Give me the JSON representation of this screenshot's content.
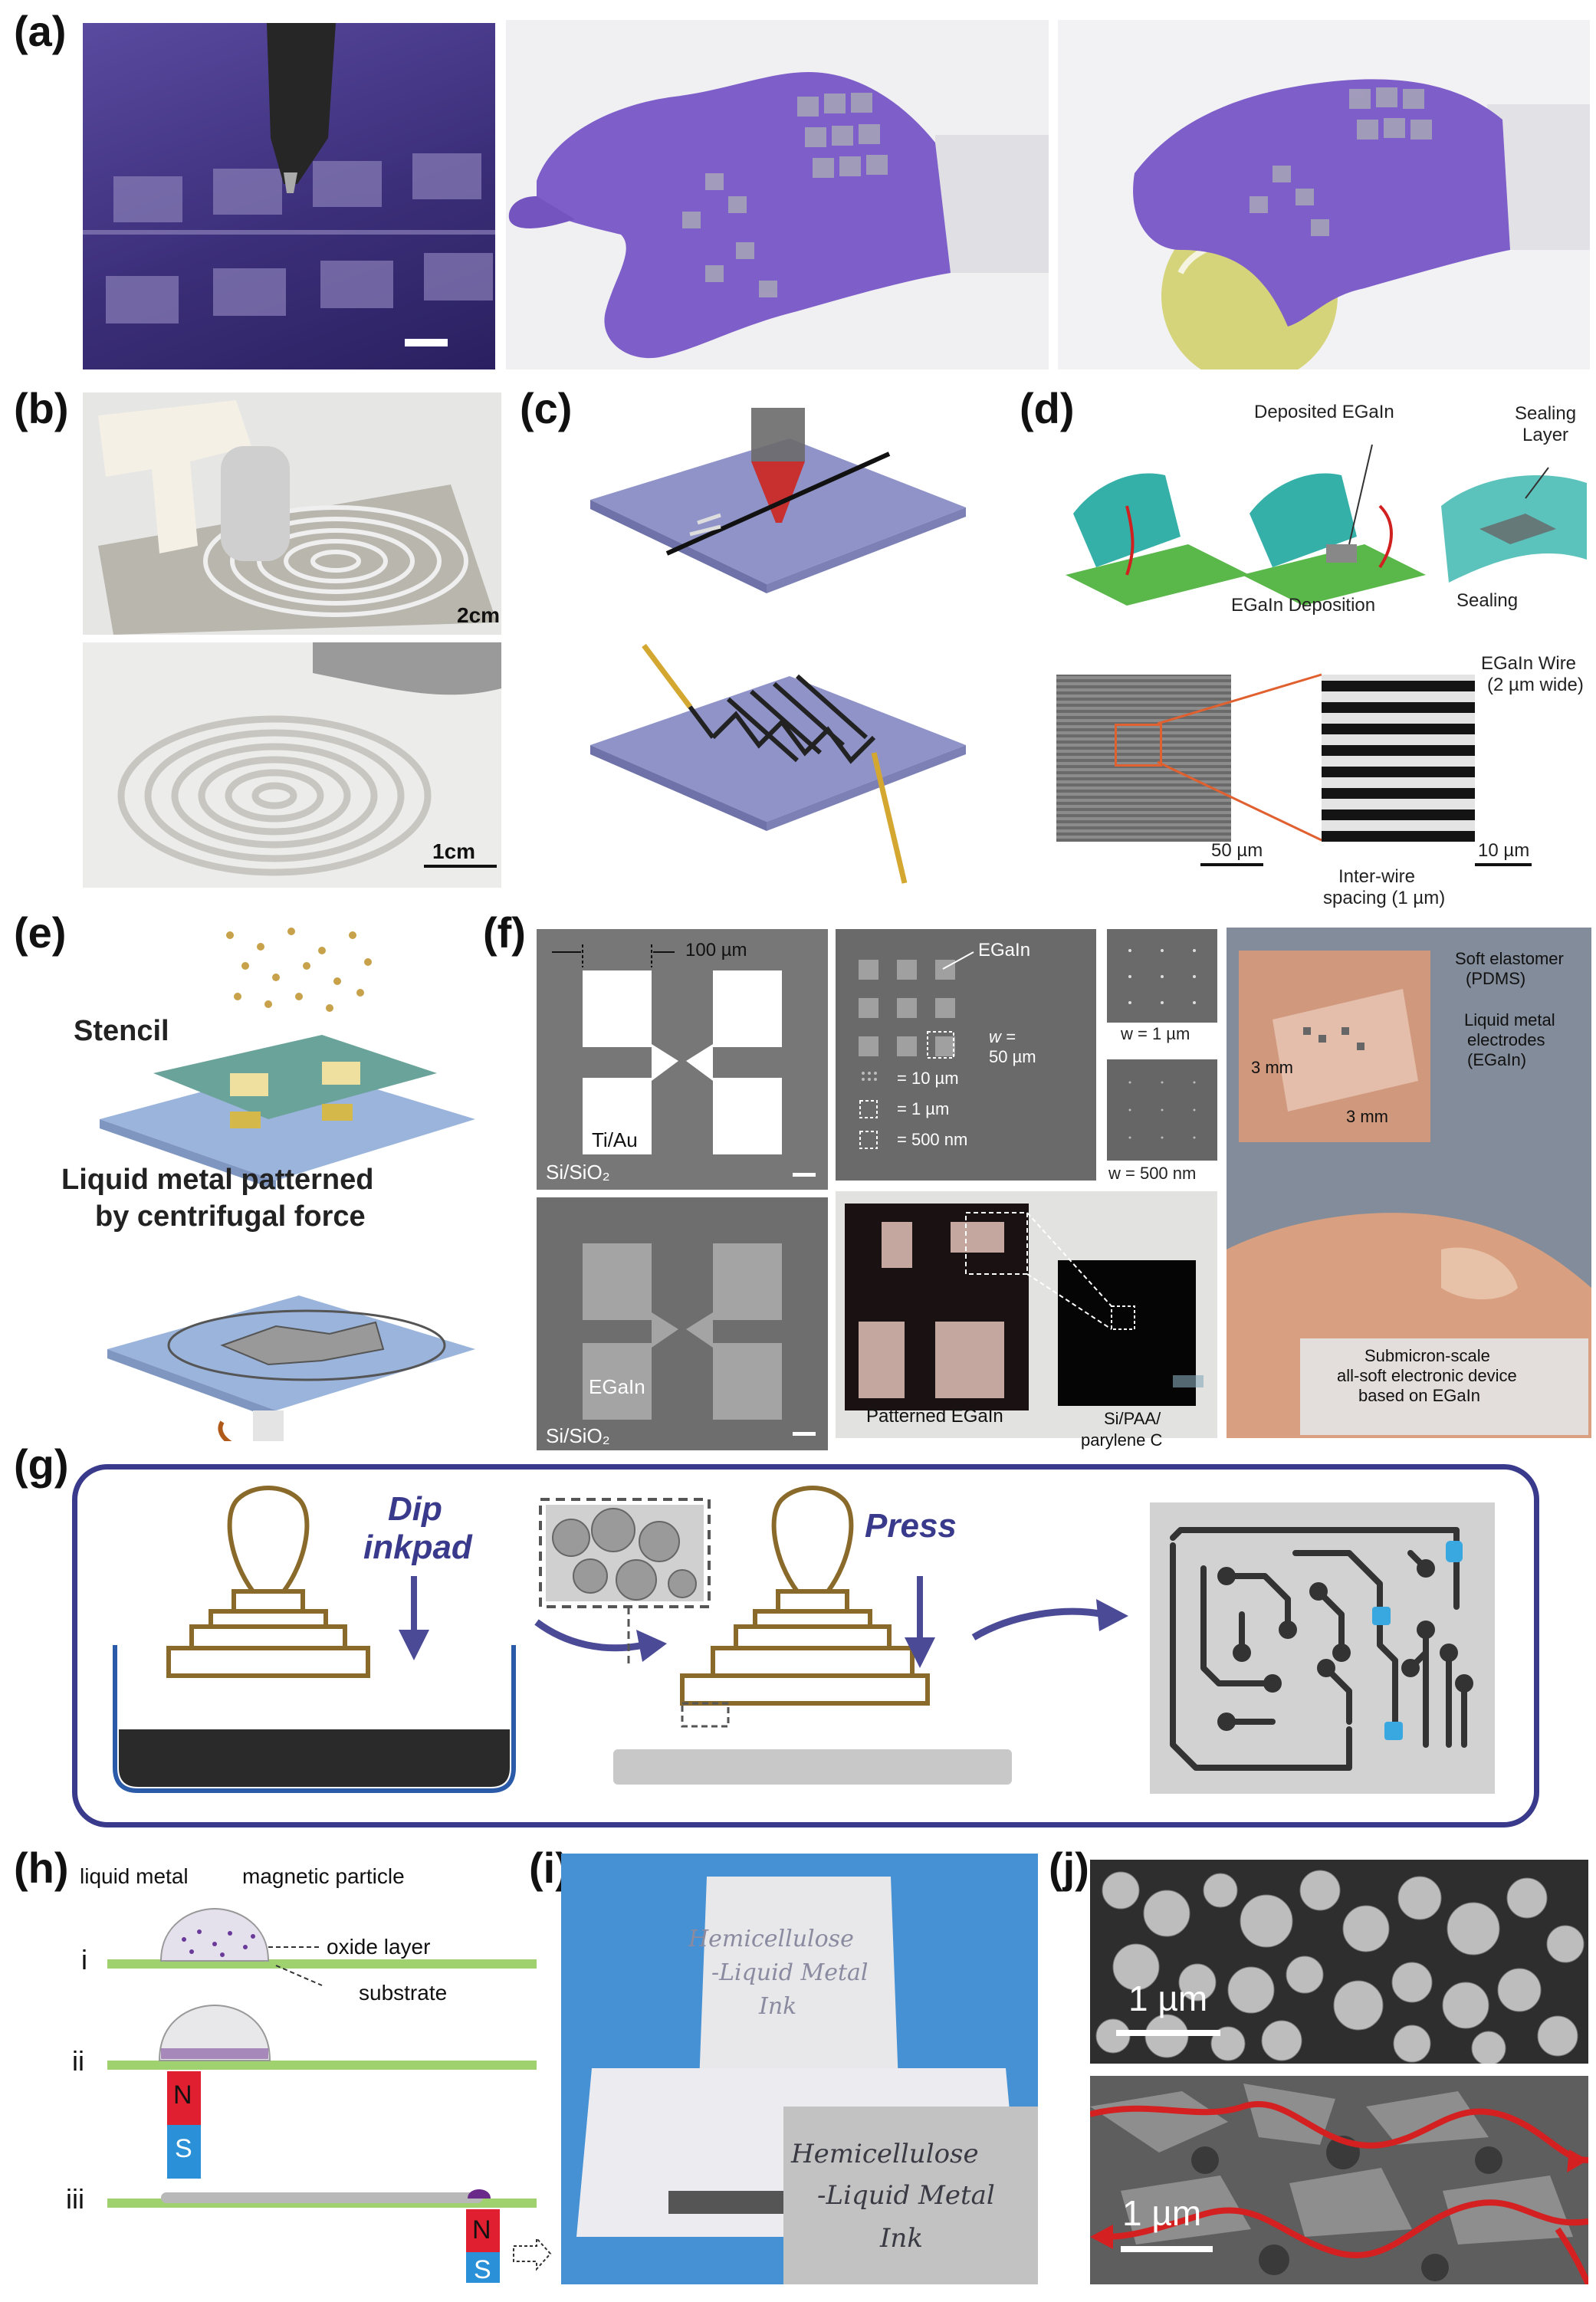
{
  "panels": {
    "a": {
      "label": "(a)"
    },
    "b": {
      "label": "(b)",
      "scale_top": "2cm",
      "scale_bottom": "1cm"
    },
    "c": {
      "label": "(c)"
    },
    "d": {
      "label": "(d)",
      "deposited": "Deposited EGaIn",
      "sealing_layer_1": "Sealing",
      "sealing_layer_2": "Layer",
      "egain_deposition": "EGaIn Deposition",
      "sealing": "Sealing",
      "wire_1": "EGaIn Wire",
      "wire_2": "(2 µm wide)",
      "scale_left": "50 µm",
      "scale_right": "10 µm",
      "spacing_1": "Inter-wire",
      "spacing_2": "spacing (1 µm)"
    },
    "e": {
      "label": "(e)",
      "stencil": "Stencil",
      "lm_1": "Liquid metal patterned",
      "lm_2": "by centrifugal force"
    },
    "f": {
      "label": "(f)",
      "dim_100": "100 µm",
      "tiau": "Ti/Au",
      "sisio2_a": "Si/SiO₂",
      "sisio2_b": "Si/SiO₂",
      "egain_pad": "EGaIn",
      "egain_arrow": "EGaIn",
      "w50_1": "w =",
      "w50_2": "50 µm",
      "s10": "= 10 µm",
      "s1": "= 1 µm",
      "s500": "= 500 nm",
      "w1": "w = 1 µm",
      "w500": "w = 500 nm",
      "patterned": "Patterned EGaIn",
      "sipaa_1": "Si/PAA/",
      "sipaa_2": "parylene C",
      "soft_1": "Soft elastomer",
      "soft_2": "(PDMS)",
      "lme_1": "Liquid metal",
      "lme_2": "electrodes",
      "lme_3": "(EGaIn)",
      "mm_a": "3 mm",
      "mm_b": "3 mm",
      "cap_1": "Submicron-scale",
      "cap_2": "all-soft electronic device",
      "cap_3": "based on EGaIn"
    },
    "g": {
      "label": "(g)",
      "dip_1": "Dip",
      "dip_2": "inkpad",
      "press": "Press"
    },
    "h": {
      "label": "(h)",
      "liquid_metal": "liquid metal",
      "magnetic_particle": "magnetic particle",
      "oxide_layer": "oxide layer",
      "substrate": "substrate",
      "step_i": "i",
      "step_ii": "ii",
      "step_iii": "iii",
      "n1": "N",
      "s1": "S",
      "n2": "N",
      "s2": "S"
    },
    "i": {
      "label": "(i)",
      "ink_1": "Hemicellulose",
      "ink_2": "-Liquid Metal",
      "ink_3": "Ink"
    },
    "j": {
      "label": "(j)",
      "scale_top": "1 µm",
      "scale_bottom": "1 µm"
    }
  },
  "colors": {
    "glove": "#7e5fc9",
    "green_layer": "#9fd16f",
    "teal": "#3fb8b0",
    "stamp": "#8a6a2a",
    "frame": "#3a3a8c",
    "arrow": "#4a4a96",
    "red": "#d42020",
    "magnet_red": "#e02030",
    "magnet_blue": "#2a90d8"
  }
}
